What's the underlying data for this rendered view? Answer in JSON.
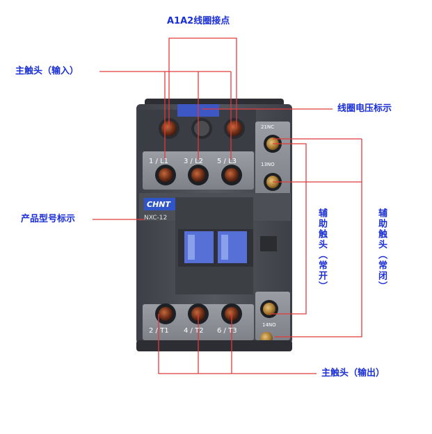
{
  "colors": {
    "label_blue": "#1a2fd6",
    "leader_red": "#e23a3a",
    "body_dark": "#4b4e54",
    "body_light": "#8e9298",
    "cover_blue": "#3d57c4"
  },
  "labels": {
    "coil_contacts": "A1A2线圈接点",
    "main_input": "主触头（输入）",
    "coil_voltage": "线圈电压标示",
    "model_mark": "产品型号标示",
    "aux_no": "辅助触头（常开）",
    "aux_nc": "辅助触头（常闭）",
    "main_output": "主触头（输出）"
  },
  "product": {
    "brand": "CHNT",
    "model": "NXC-12",
    "top_terminals": [
      "1 / L1",
      "3 / L2",
      "5 / L3"
    ],
    "bottom_terminals": [
      "2 / T1",
      "4 / T2",
      "6 / T3"
    ],
    "aux_top": [
      "21NC",
      "13NO"
    ],
    "aux_bottom": "14NO"
  }
}
